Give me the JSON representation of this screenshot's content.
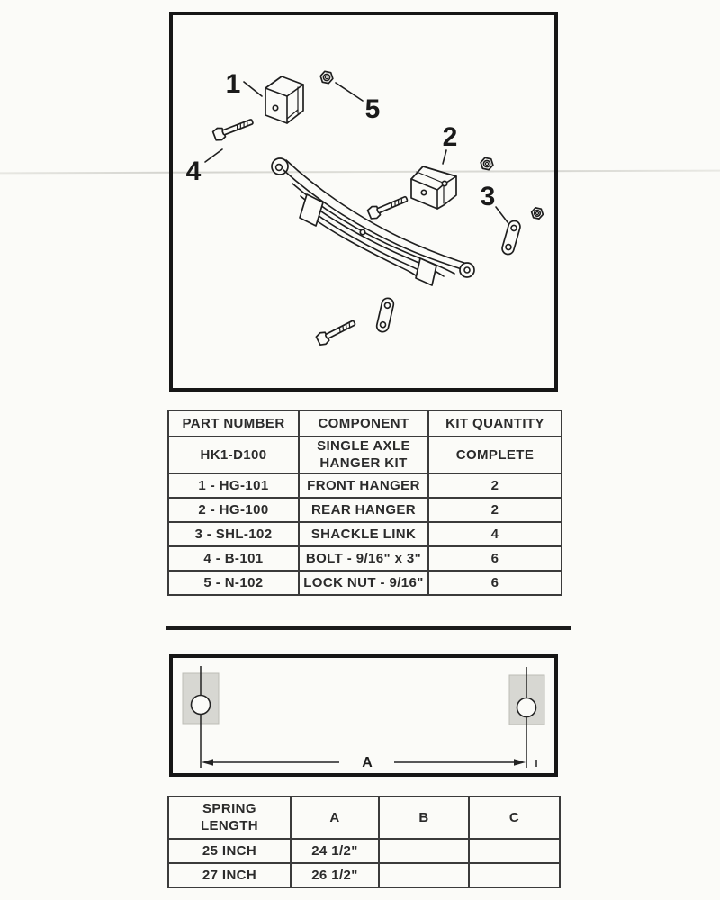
{
  "diagram": {
    "callouts": {
      "c1": "1",
      "c2": "2",
      "c3": "3",
      "c4": "4",
      "c5": "5"
    }
  },
  "parts_table": {
    "headers": [
      "PART NUMBER",
      "COMPONENT",
      "KIT QUANTITY"
    ],
    "rows": [
      {
        "part": "HK1-D100",
        "component": "SINGLE AXLE\nHANGER KIT",
        "qty": "COMPLETE"
      },
      {
        "part": "1 - HG-101",
        "component": "FRONT HANGER",
        "qty": "2"
      },
      {
        "part": "2 - HG-100",
        "component": "REAR HANGER",
        "qty": "2"
      },
      {
        "part": "3 - SHL-102",
        "component": "SHACKLE LINK",
        "qty": "4"
      },
      {
        "part": "4 - B-101",
        "component": "BOLT - 9/16\" x 3\"",
        "qty": "6"
      },
      {
        "part": "5 - N-102",
        "component": "LOCK NUT - 9/16\"",
        "qty": "6"
      }
    ]
  },
  "dimension_diagram": {
    "label": "A"
  },
  "spring_table": {
    "headers": [
      "SPRING\nLENGTH",
      "A",
      "B",
      "C"
    ],
    "rows": [
      {
        "length": "25 INCH",
        "a": "24 1/2\"",
        "b": "",
        "c": ""
      },
      {
        "length": "27 INCH",
        "a": "26 1/2\"",
        "b": "",
        "c": ""
      }
    ]
  },
  "colors": {
    "ink": "#1f1f1f",
    "paper": "#fbfbf8",
    "pad_gray": "#d7d7d2"
  }
}
